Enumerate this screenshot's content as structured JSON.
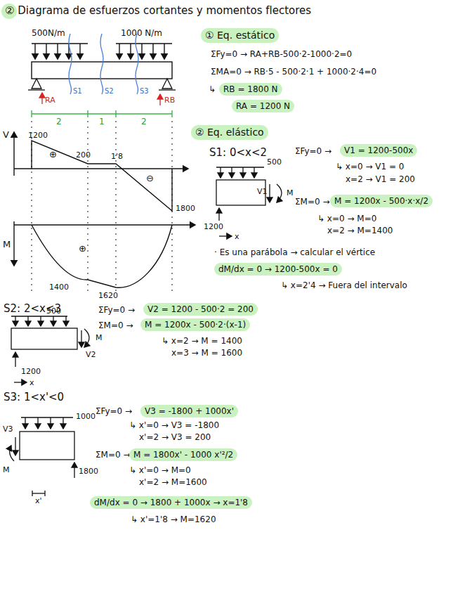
{
  "diagram": {
    "title": "② Diagrama de esfuerzos cortantes y momentos flectores",
    "nodes": [
      {
        "text": [
          "① Eq. estático"
        ]
      },
      {
        "text": [
          "RB = 1800 N"
        ]
      },
      {
        "text": [
          "RA = 1200 N"
        ]
      },
      {
        "text": [
          "② Eq. elástico"
        ]
      },
      {
        "text": [
          "V1 = 1200-500x"
        ]
      },
      {
        "text": [
          "M = 1200x - 500·x·x/2"
        ]
      },
      {
        "text": [
          "dM/dx = 0 → 1200-500x = 0"
        ]
      },
      {
        "text": [
          "V2 = 1200 - 500·2 = 200"
        ]
      },
      {
        "text": [
          "M = 1200x - 500·2·(x-1)"
        ]
      },
      {
        "text": [
          "V3 = -1800 + 1000x'"
        ]
      },
      {
        "text": [
          "M = 1800x' - 1000 x'²/2"
        ]
      },
      {
        "text": [
          "dM/dx = 0 → 1800 + 1000x → x=1'8"
        ]
      }
    ],
    "labels": [
      "500N/m",
      "1000 N/m",
      "RA",
      "RB",
      "S1",
      "S2",
      "S3",
      "2",
      "1",
      "2",
      "ΣFy=0 → RA+RB-500·2-1000·2=0",
      "ΣMA=0 → RB·5 - 500·2·1 + 1000·2·4=0",
      "S1: 0<x<2",
      "ΣFy=0 →",
      "↳ x=0 → V1 = 0",
      "x=2 → V1 = 200",
      "ΣM=0 →",
      "↳ x=0 → M=0",
      "x=2 → M=1400",
      "· Es una parábola → calcular el vértice",
      "↳ x=2'4 → Fuera del intervalo",
      "500",
      "1200",
      "V1",
      "M",
      "x",
      "V",
      "1200",
      "200",
      "1'8",
      "⊕",
      "⊖",
      "1800",
      "M",
      "⊕",
      "1400",
      "1620",
      "S2: 2<x<3",
      "500",
      "V2",
      "M",
      "1200",
      "x",
      "ΣFy=0 →",
      "ΣM=0 →",
      "↳ x=2 → M = 1400",
      "x=3 → M = 1600",
      "S3: 1<x'<0",
      "1000",
      "V3",
      "M",
      "1800",
      "x'",
      "ΣFy=0 →",
      "↳ x'=0 → V3 = -1800",
      "x'=2 → V3 = 200",
      "ΣM=0 →",
      "↳ x'=0 → M=0",
      "x'=2 → M=1600",
      "↳ x'=1'8 → M=1620",
      "↳"
    ]
  }
}
